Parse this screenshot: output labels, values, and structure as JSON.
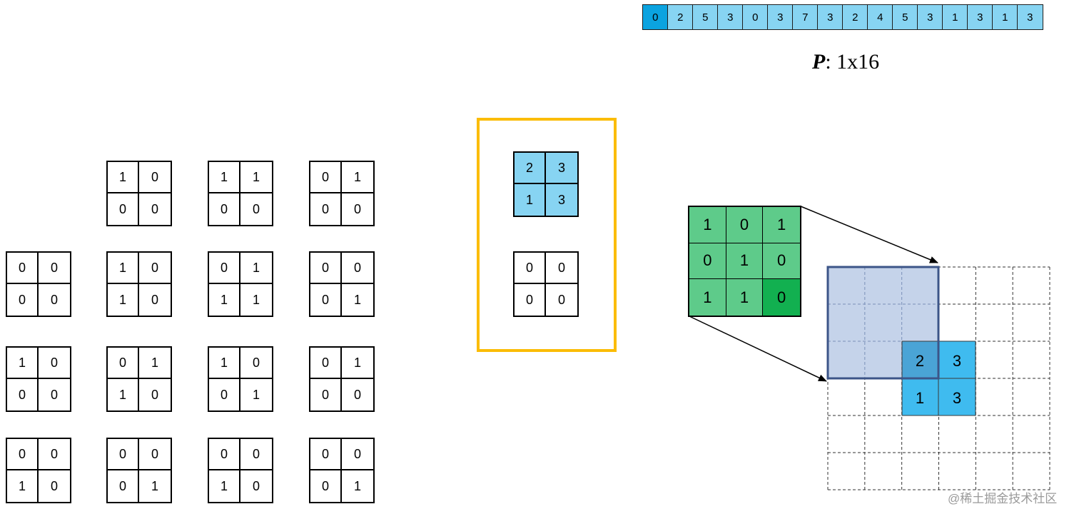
{
  "p_vector": {
    "values": [
      "0",
      "2",
      "5",
      "3",
      "0",
      "3",
      "7",
      "3",
      "2",
      "4",
      "5",
      "3",
      "1",
      "3",
      "1",
      "3"
    ],
    "highlight_index": 0,
    "label_bold": "P",
    "label_rest": ": 1x16"
  },
  "patterns": [
    [
      "1",
      "0",
      "0",
      "0"
    ],
    [
      "1",
      "1",
      "0",
      "0"
    ],
    [
      "0",
      "1",
      "0",
      "0"
    ],
    [
      "0",
      "0",
      "0",
      "0"
    ],
    [
      "1",
      "0",
      "1",
      "0"
    ],
    [
      "0",
      "1",
      "1",
      "1"
    ],
    [
      "0",
      "0",
      "0",
      "1"
    ],
    [
      "1",
      "0",
      "0",
      "0"
    ],
    [
      "0",
      "1",
      "1",
      "0"
    ],
    [
      "1",
      "0",
      "0",
      "1"
    ],
    [
      "0",
      "1",
      "0",
      "0"
    ],
    [
      "0",
      "0",
      "1",
      "0"
    ],
    [
      "0",
      "0",
      "0",
      "1"
    ],
    [
      "0",
      "0",
      "1",
      "0"
    ],
    [
      "0",
      "0",
      "0",
      "1"
    ]
  ],
  "selected_block": {
    "values_grid": [
      "2",
      "3",
      "1",
      "3"
    ],
    "pattern_grid": [
      "0",
      "0",
      "0",
      "0"
    ]
  },
  "kernel": [
    "1",
    "0",
    "1",
    "0",
    "1",
    "0",
    "1",
    "1",
    "0"
  ],
  "output_grid": {
    "values": [
      "2",
      "3",
      "1",
      "3"
    ]
  },
  "colors": {
    "p_cell": "#87d4f2",
    "p_highlight": "#0ba3e0",
    "frame": "#fbbc05",
    "kernel": "#5ecb8a",
    "kernel_highlight": "#12b050",
    "receptive_field": "#c5d3ea",
    "receptive_border": "#3c5588"
  },
  "watermark": "@稀土掘金技术社区"
}
